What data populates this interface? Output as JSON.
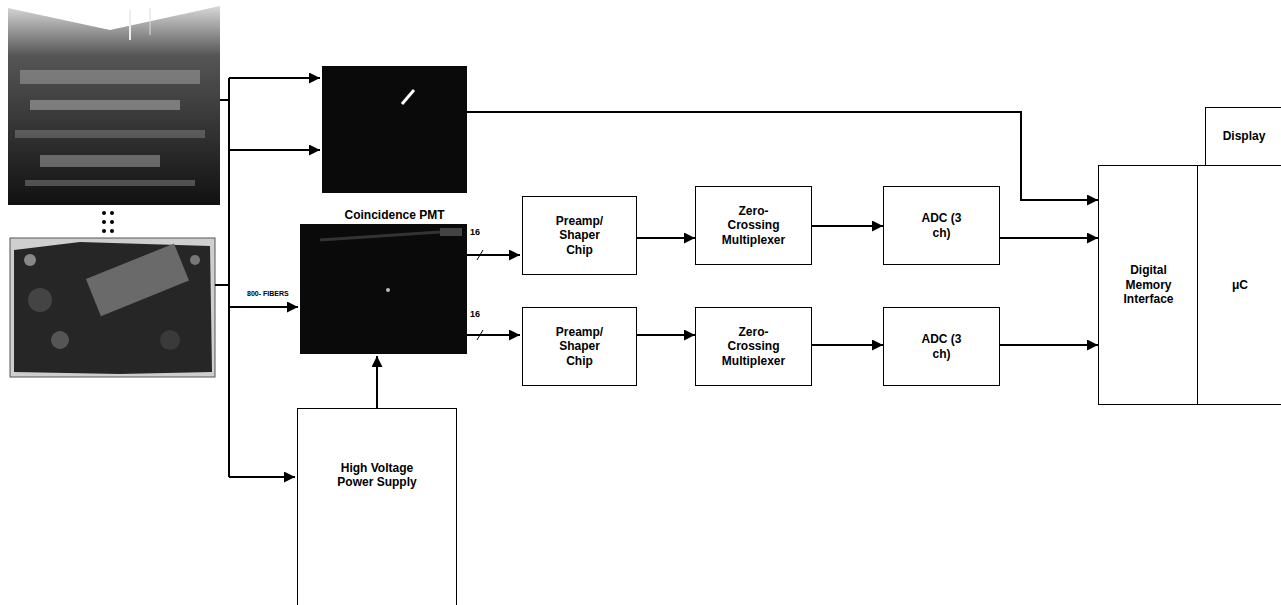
{
  "diagram": {
    "nodes": [
      {
        "text": [
          "Coincidence PMT"
        ]
      },
      {
        "text": [
          "Preamp/ Shaper Chip"
        ]
      },
      {
        "text": [
          "Zero- Crossing Multiplexer"
        ]
      },
      {
        "text": [
          "ADC (3 ch)"
        ]
      },
      {
        "text": [
          "Preamp/ Shaper Chip"
        ]
      },
      {
        "text": [
          "Zero- Crossing Multiplexer"
        ]
      },
      {
        "text": [
          "ADC (3 ch)"
        ]
      },
      {
        "text": [
          "Digital Memory Interface"
        ]
      },
      {
        "text": [
          "μC"
        ]
      },
      {
        "text": [
          "Display"
        ]
      },
      {
        "text": [
          "High Voltage Power Supply"
        ]
      }
    ],
    "edges": [
      {
        "from": 0,
        "to": 7,
        "arrow": "to"
      },
      {
        "from": 1,
        "to": 2,
        "arrow": "to"
      },
      {
        "from": 2,
        "to": 3,
        "arrow": "to"
      },
      {
        "from": 3,
        "to": 7,
        "arrow": "to"
      },
      {
        "from": 4,
        "to": 5,
        "arrow": "to"
      },
      {
        "from": 5,
        "to": 6,
        "arrow": "to"
      },
      {
        "from": 6,
        "to": 7,
        "arrow": "to"
      }
    ],
    "labels": [
      "16",
      "800- FIBERS",
      "16"
    ]
  }
}
